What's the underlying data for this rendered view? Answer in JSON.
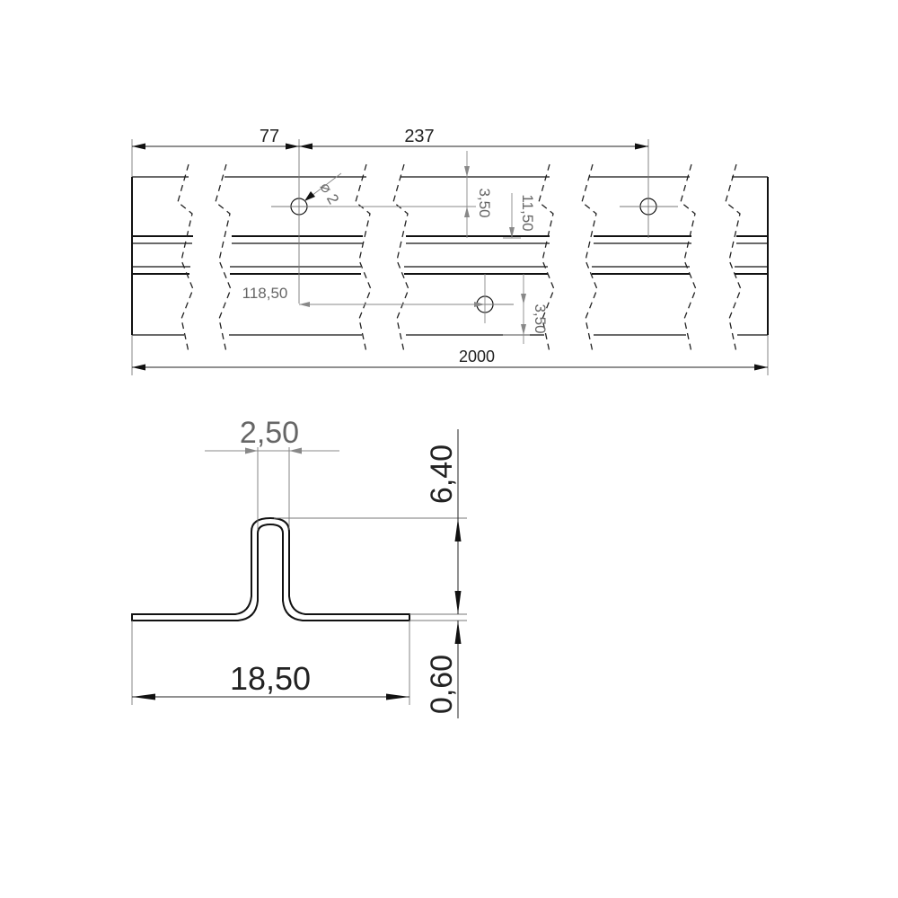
{
  "top_view": {
    "dim_offset": "77",
    "dim_pitch": "237",
    "dim_bottom_offset": "118,50",
    "dim_total_length": "2000",
    "dim_hole_offset_top": "3,50",
    "dim_hole_offset_bottom": "3,50",
    "dim_rail_height": "11,50",
    "hole_diameter": "⌀ 2"
  },
  "profile_view": {
    "dim_rib_width": "2,50",
    "dim_rib_height": "6,40",
    "dim_base_width": "18,50",
    "dim_thickness": "0,60"
  }
}
